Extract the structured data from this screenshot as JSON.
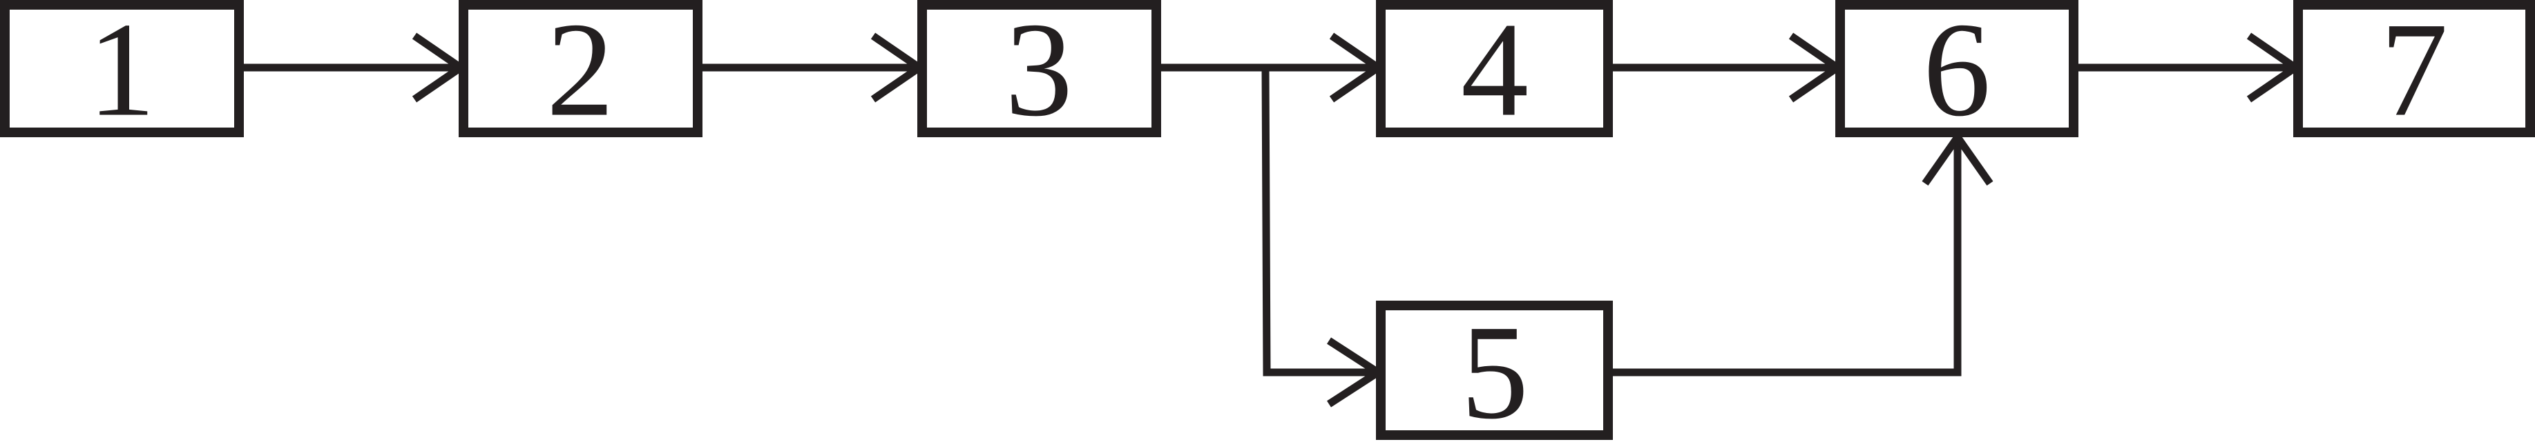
{
  "diagram": {
    "nodes": [
      {
        "id": "1",
        "label": "1"
      },
      {
        "id": "2",
        "label": "2"
      },
      {
        "id": "3",
        "label": "3"
      },
      {
        "id": "4",
        "label": "4"
      },
      {
        "id": "5",
        "label": "5"
      },
      {
        "id": "6",
        "label": "6"
      },
      {
        "id": "7",
        "label": "7"
      }
    ],
    "edges": [
      {
        "from": "1",
        "to": "2"
      },
      {
        "from": "2",
        "to": "3"
      },
      {
        "from": "3",
        "to": "4"
      },
      {
        "from": "3",
        "to": "5"
      },
      {
        "from": "4",
        "to": "6"
      },
      {
        "from": "5",
        "to": "6"
      },
      {
        "from": "6",
        "to": "7"
      }
    ],
    "colors": {
      "stroke": "#231f20",
      "background": "#ffffff"
    }
  }
}
